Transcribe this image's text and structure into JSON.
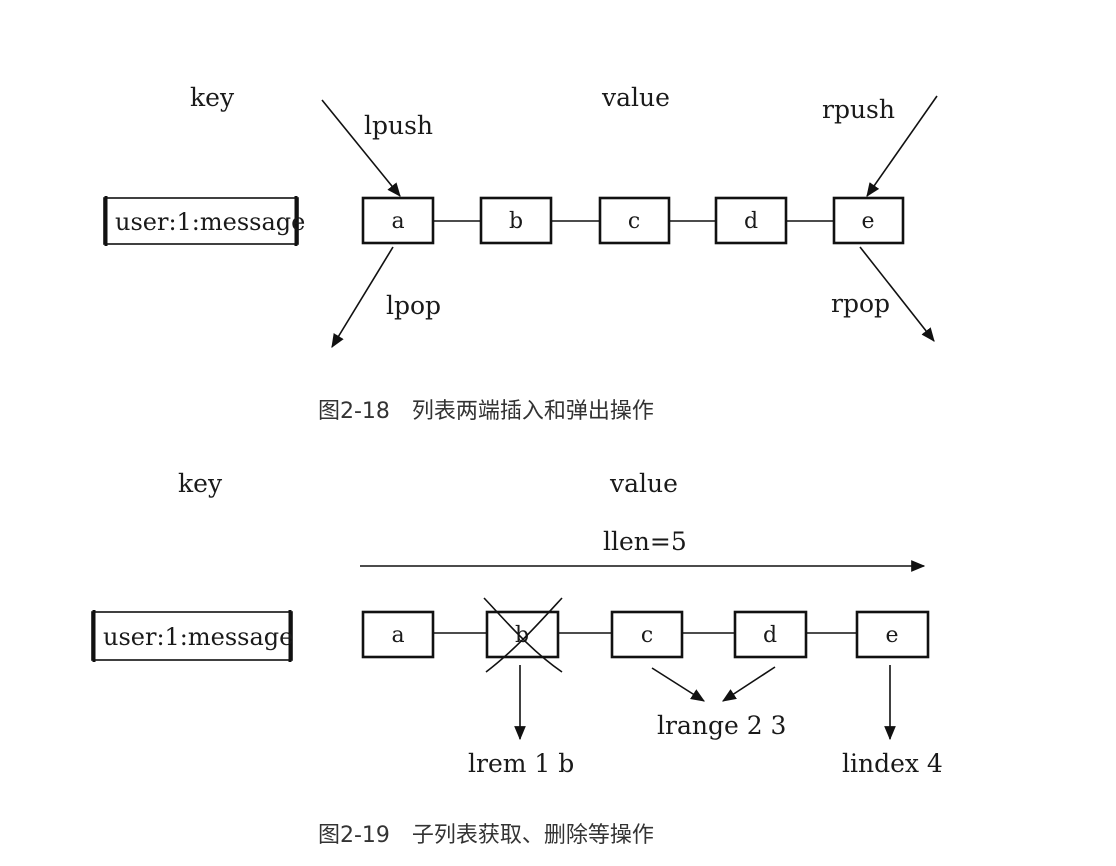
{
  "figure_18": {
    "key_header": "key",
    "value_header": "value",
    "key_name": "user:1:message",
    "nodes": [
      "a",
      "b",
      "c",
      "d",
      "e"
    ],
    "ops": {
      "lpush": "lpush",
      "rpush": "rpush",
      "lpop": "lpop",
      "rpop": "rpop"
    },
    "caption": "图2-18　列表两端插入和弹出操作"
  },
  "figure_19": {
    "key_header": "key",
    "value_header": "value",
    "length_label": "llen=5",
    "key_name": "user:1:message",
    "nodes": [
      "a",
      "b",
      "c",
      "d",
      "e"
    ],
    "crossed_node": "b",
    "ops": {
      "lrem": "lrem 1 b",
      "lrange": "lrange 2 3",
      "lindex": "lindex 4"
    },
    "caption": "图2-19　子列表获取、删除等操作"
  }
}
